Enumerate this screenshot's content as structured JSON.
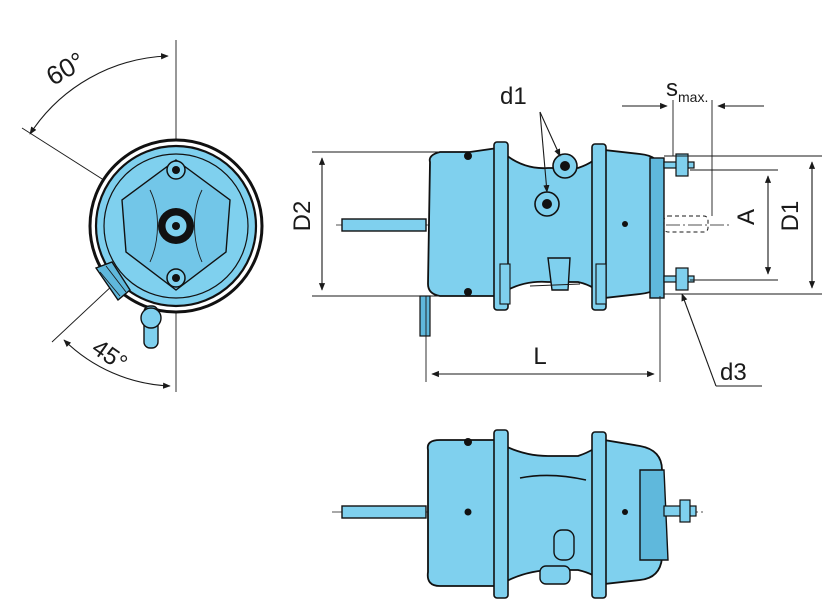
{
  "labels": {
    "angle_top": "60°",
    "angle_bottom": "45°",
    "d1": "d1",
    "s_main": "s",
    "s_sub": "max.",
    "d2": "D2",
    "d1_upper": "D1",
    "a": "A",
    "l": "L",
    "d3": "d3"
  },
  "colors": {
    "body_fill": "#7fd0ee",
    "body_shade": "#5fb8dc",
    "outline": "#111111",
    "dimension": "#1a1a1a"
  }
}
